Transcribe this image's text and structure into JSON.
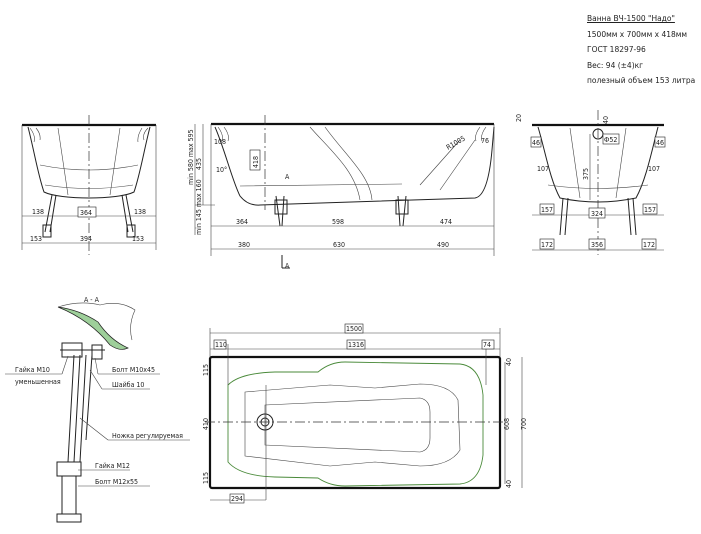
{
  "spec": {
    "title": "Ванна ВЧ-1500 \"Надо\"",
    "size": "1500мм х 700мм х 418мм",
    "standard": "ГОСТ 18297-96",
    "weight": "Вес: 94 (±4)кг",
    "volume": "полезный объем 153 литра"
  },
  "end_view_left": {
    "d1": "138",
    "d2": "364",
    "d3": "138",
    "d4": "153",
    "d5": "394",
    "d6": "153"
  },
  "side_view": {
    "height_total": "min 580 max 595",
    "height_legs": "min 145 max 160",
    "depth": "435",
    "d_108": "108",
    "d_418": "418",
    "angle": "10°",
    "radius": "R1005",
    "d_76": "76",
    "section_mark": "A",
    "r1": [
      "364",
      "598",
      "474"
    ],
    "r2": [
      "380",
      "630",
      "490"
    ]
  },
  "end_view_right": {
    "d_20": "20",
    "d_40": "40",
    "d_phi": "Ф52",
    "d_46a": "46",
    "d_46b": "46",
    "d_107a": "107",
    "d_107b": "107",
    "d_375": "375",
    "d_157a": "157",
    "d_324": "324",
    "d_157b": "157",
    "d_172a": "172",
    "d_356": "356",
    "d_172b": "172"
  },
  "top_view": {
    "length": "1500",
    "left": "110",
    "mid": "1316",
    "right": "74",
    "w115a": "115",
    "w410": "410",
    "w115b": "115",
    "w40a": "40",
    "w608": "608",
    "w700": "700",
    "w40b": "40",
    "drain": "294"
  },
  "section": {
    "title": "А - А",
    "nut_m10": "Гайка М10",
    "nut_m10_sub": "уменьшенная",
    "bolt_m10": "Болт М10х45",
    "washer": "Шайба 10",
    "leg": "Ножка регулируемая",
    "nut_m12": "Гайка М12",
    "bolt_m12": "Болт М12х55"
  }
}
